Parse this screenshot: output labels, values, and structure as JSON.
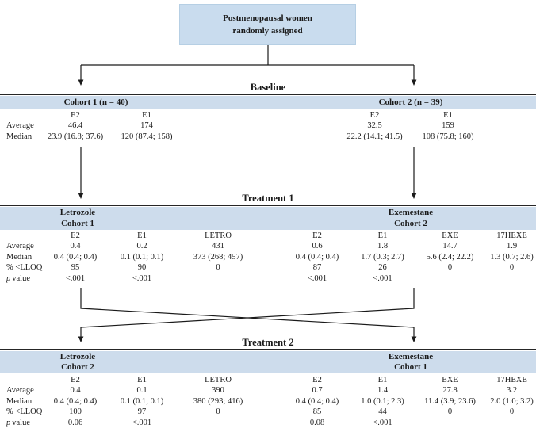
{
  "top_box": {
    "line1": "Postmenopausal women",
    "line2": "randomly assigned"
  },
  "row_labels": {
    "average": "Average",
    "median": "Median",
    "lloq": "% <LLOQ",
    "p_italic": "p",
    "p_rest": "value"
  },
  "baseline": {
    "title": "Baseline",
    "left": {
      "header": "Cohort 1 (n = 40)",
      "columns": [
        "E2",
        "E1"
      ],
      "average": [
        "46.4",
        "174"
      ],
      "median": [
        "23.9 (16.8; 37.6)",
        "120 (87.4; 158)"
      ]
    },
    "right": {
      "header": "Cohort 2 (n = 39)",
      "columns": [
        "E2",
        "E1"
      ],
      "average": [
        "32.5",
        "159"
      ],
      "median": [
        "22.2 (14.1; 41.5)",
        "108 (75.8; 160)"
      ]
    }
  },
  "treatment1": {
    "title": "Treatment 1",
    "left": {
      "drug": "Letrozole",
      "cohort": "Cohort 1",
      "columns": [
        "E2",
        "E1",
        "LETRO"
      ],
      "average": [
        "0.4",
        "0.2",
        "431"
      ],
      "median": [
        "0.4 (0.4; 0.4)",
        "0.1 (0.1; 0.1)",
        "373 (268; 457)"
      ],
      "lloq": [
        "95",
        "90",
        "0"
      ],
      "p": [
        "<.001",
        "<.001",
        ""
      ]
    },
    "right": {
      "drug": "Exemestane",
      "cohort": "Cohort 2",
      "columns": [
        "E2",
        "E1",
        "EXE",
        "17HEXE"
      ],
      "average": [
        "0.6",
        "1.8",
        "14.7",
        "1.9"
      ],
      "median": [
        "0.4 (0.4; 0.4)",
        "1.7 (0.3; 2.7)",
        "5.6 (2.4; 22.2)",
        "1.3 (0.7; 2.6)"
      ],
      "lloq": [
        "87",
        "26",
        "0",
        "0"
      ],
      "p": [
        "<.001",
        "<.001",
        "",
        ""
      ]
    }
  },
  "treatment2": {
    "title": "Treatment 2",
    "left": {
      "drug": "Letrozole",
      "cohort": "Cohort 2",
      "columns": [
        "E2",
        "E1",
        "LETRO"
      ],
      "average": [
        "0.4",
        "0.1",
        "390"
      ],
      "median": [
        "0.4 (0.4; 0.4)",
        "0.1 (0.1; 0.1)",
        "380 (293; 416)"
      ],
      "lloq": [
        "100",
        "97",
        "0"
      ],
      "p": [
        "0.06",
        "<.001",
        ""
      ]
    },
    "right": {
      "drug": "Exemestane",
      "cohort": "Cohort 1",
      "columns": [
        "E2",
        "E1",
        "EXE",
        "17HEXE"
      ],
      "average": [
        "0.7",
        "1.4",
        "27.8",
        "3.2"
      ],
      "median": [
        "0.4 (0.4; 0.4)",
        "1.0 (0.1; 2.3)",
        "11.4 (3.9; 23.6)",
        "2.0 (1.0; 3.2)"
      ],
      "lloq": [
        "85",
        "44",
        "0",
        "0"
      ],
      "p": [
        "0.08",
        "<.001",
        "",
        ""
      ]
    }
  },
  "colors": {
    "band": "#cddcec",
    "box_fill": "#c9dcee",
    "rule": "#262626",
    "arrow": "#1a1a1a"
  }
}
